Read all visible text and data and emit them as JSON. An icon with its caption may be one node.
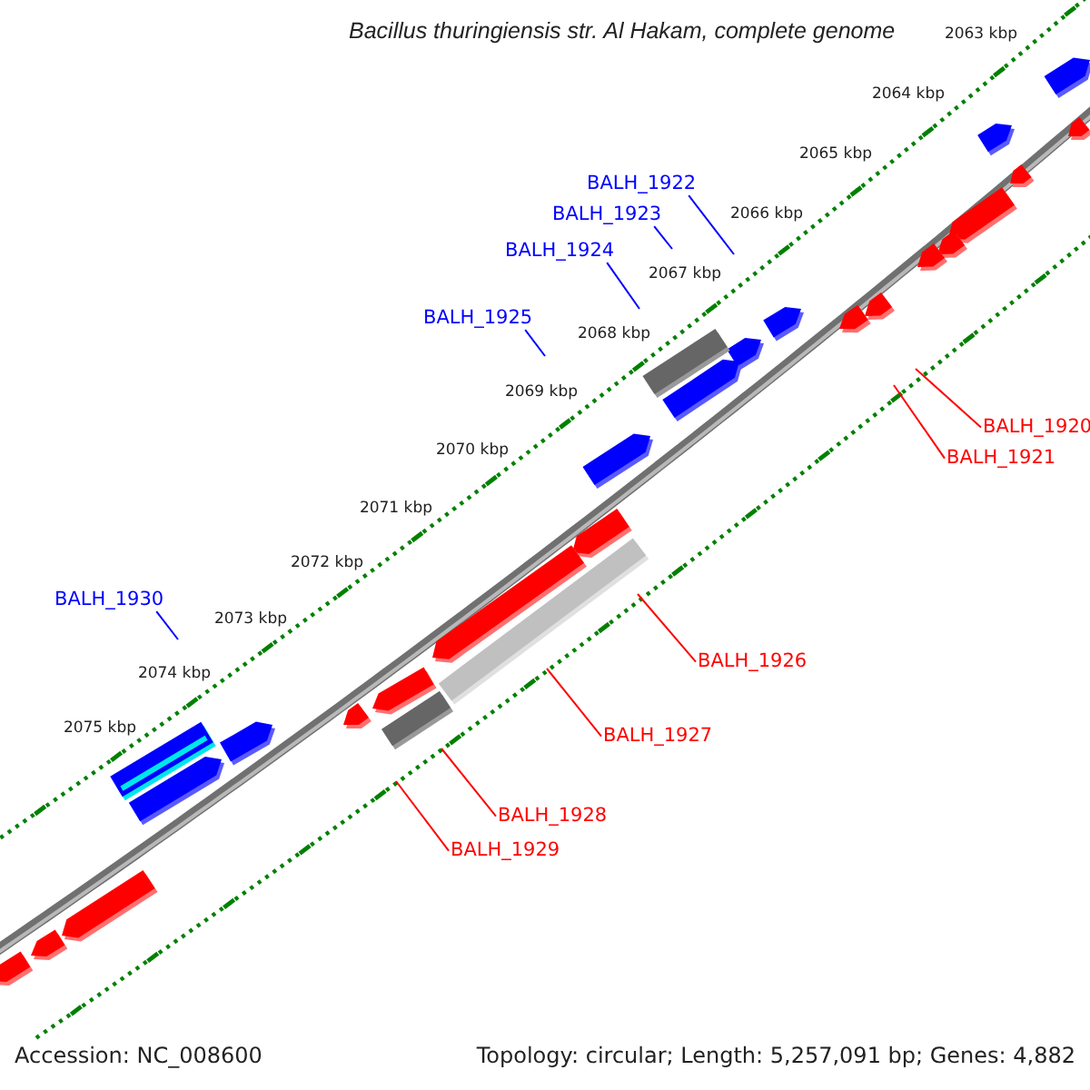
{
  "diagram": {
    "title": "Bacillus thuringiensis str. Al Hakam, complete genome",
    "nodes": [
      {
        "text": [
          "BALH_1922"
        ]
      },
      {
        "text": [
          "BALH_1923"
        ]
      },
      {
        "text": [
          "BALH_1924"
        ]
      },
      {
        "text": [
          "BALH_1925"
        ]
      },
      {
        "text": [
          "BALH_1920"
        ]
      },
      {
        "text": [
          "BALH_1921"
        ]
      },
      {
        "text": [
          "BALH_1930"
        ]
      },
      {
        "text": [
          "BALH_1926"
        ]
      },
      {
        "text": [
          "BALH_1927"
        ]
      },
      {
        "text": [
          "BALH_1928"
        ]
      },
      {
        "text": [
          "BALH_1929"
        ]
      }
    ],
    "edges": [
      {
        "from": 0,
        "to": null,
        "arrow": "none",
        "color": "#0000ff"
      },
      {
        "from": 1,
        "to": null,
        "arrow": "none",
        "color": "#0000ff"
      },
      {
        "from": 2,
        "to": null,
        "arrow": "none",
        "color": "#0000ff"
      },
      {
        "from": 3,
        "to": null,
        "arrow": "none",
        "color": "#0000ff"
      },
      {
        "from": 4,
        "to": null,
        "arrow": "none",
        "color": "#ff0000"
      },
      {
        "from": 5,
        "to": null,
        "arrow": "none",
        "color": "#ff0000"
      },
      {
        "from": 6,
        "to": null,
        "arrow": "none",
        "color": "#0000ff"
      },
      {
        "from": 7,
        "to": null,
        "arrow": "none",
        "color": "#ff0000"
      },
      {
        "from": 8,
        "to": null,
        "arrow": "none",
        "color": "#ff0000"
      },
      {
        "from": 9,
        "to": null,
        "arrow": "none",
        "color": "#ff0000"
      },
      {
        "from": 10,
        "to": null,
        "arrow": "none",
        "color": "#ff0000"
      }
    ],
    "labels": [
      "2063 kbp",
      "2064 kbp",
      "2065 kbp",
      "2066 kbp",
      "2067 kbp",
      "2068 kbp",
      "2069 kbp",
      "2070 kbp",
      "2071 kbp",
      "2072 kbp",
      "2073 kbp",
      "2074 kbp",
      "2075 kbp",
      "Accession: NC_008600",
      "Topology: circular; Length: 5,257,091 bp; Genes: 4,882"
    ]
  }
}
